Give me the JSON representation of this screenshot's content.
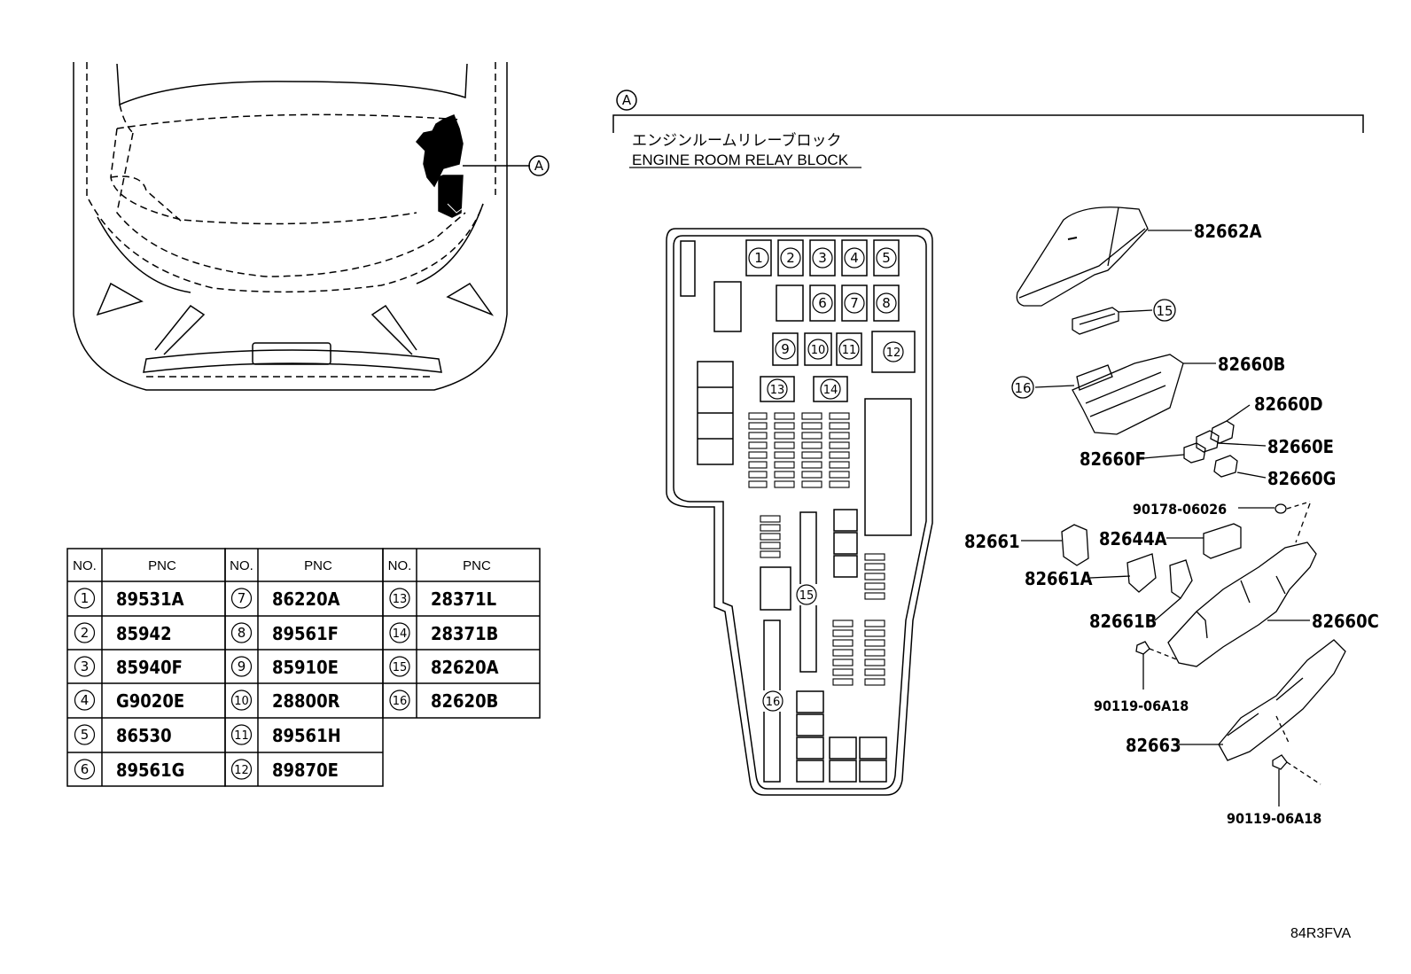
{
  "callout_letter": "A",
  "title_jp": "エンジンルームリレーブロック",
  "title_en": "ENGINE ROOM RELAY BLOCK",
  "diagram_code": "84R3FVA",
  "table": {
    "header_no": "NO.",
    "header_pnc": "PNC",
    "columns": [
      [
        {
          "no": "1",
          "pnc": "89531A"
        },
        {
          "no": "2",
          "pnc": "85942"
        },
        {
          "no": "3",
          "pnc": "85940F"
        },
        {
          "no": "4",
          "pnc": "G9020E"
        },
        {
          "no": "5",
          "pnc": "86530"
        },
        {
          "no": "6",
          "pnc": "89561G"
        }
      ],
      [
        {
          "no": "7",
          "pnc": "86220A"
        },
        {
          "no": "8",
          "pnc": "89561F"
        },
        {
          "no": "9",
          "pnc": "85910E"
        },
        {
          "no": "10",
          "pnc": "28800R"
        },
        {
          "no": "11",
          "pnc": "89561H"
        },
        {
          "no": "12",
          "pnc": "89870E"
        }
      ],
      [
        {
          "no": "13",
          "pnc": "28371L"
        },
        {
          "no": "14",
          "pnc": "28371B"
        },
        {
          "no": "15",
          "pnc": "82620A"
        },
        {
          "no": "16",
          "pnc": "82620B"
        }
      ]
    ]
  },
  "relay_slots": [
    "1",
    "2",
    "3",
    "4",
    "5",
    "6",
    "7",
    "8",
    "9",
    "10",
    "11",
    "12",
    "13",
    "14",
    "15",
    "16"
  ],
  "parts": {
    "p82662A": "82662A",
    "c15": "15",
    "c16": "16",
    "p82660B": "82660B",
    "p82660D": "82660D",
    "p82660E": "82660E",
    "p82660F": "82660F",
    "p82660G": "82660G",
    "p90178": "90178-06026",
    "p82661": "82661",
    "p82644A": "82644A",
    "p82661A": "82661A",
    "p82661B": "82661B",
    "p82660C": "82660C",
    "p90119a": "90119-06A18",
    "p82663": "82663",
    "p90119b": "90119-06A18"
  }
}
